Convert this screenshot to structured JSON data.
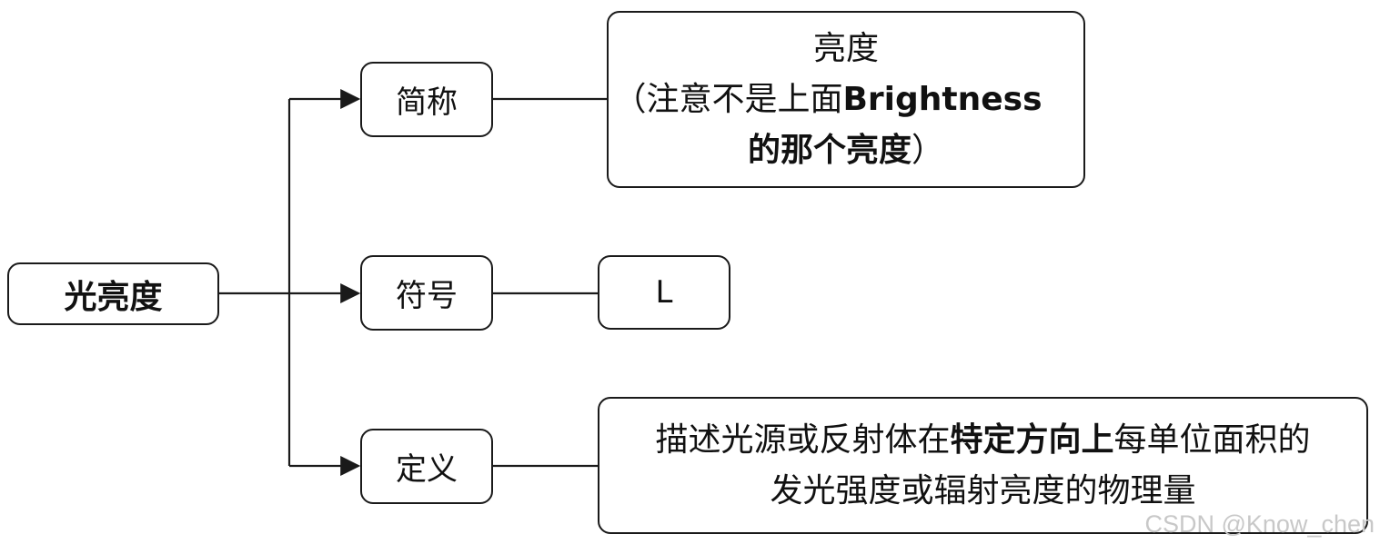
{
  "root": {
    "label": "光亮度"
  },
  "branches": [
    {
      "label": "简称"
    },
    {
      "label": "符号"
    },
    {
      "label": "定义"
    }
  ],
  "leaves": {
    "abbr": {
      "line1": "亮度",
      "line2_prefix": "（注意不是上面",
      "line2_bold": "Brightness",
      "line3_bold": "的那个亮度",
      "line3_suffix": "）"
    },
    "symbol": {
      "label": "L"
    },
    "definition": {
      "line1_prefix": "描述光源或反射体在",
      "line1_bold": "特定方向上",
      "line1_suffix": "每单位面积的",
      "line2": "发光强度或辐射亮度的物理量"
    }
  },
  "watermark": "CSDN @Know_chen"
}
